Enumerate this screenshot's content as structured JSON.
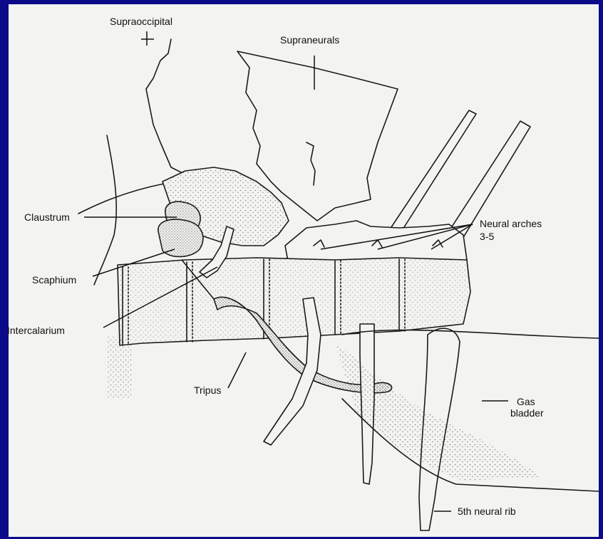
{
  "colors": {
    "frame": "#0b0b8a",
    "paper": "#f3f3f1",
    "ink": "#1a1a1a"
  },
  "labels": {
    "supraoccipital": "Supraoccipital",
    "supraneurals": "Supraneurals",
    "claustrum": "Claustrum",
    "neural_arches_line1": "Neural arches",
    "neural_arches_line2": "3-5",
    "scaphium": "Scaphium",
    "intercalarium": "Intercalarium",
    "tripus": "Tripus",
    "gas_bladder_line1": "Gas",
    "gas_bladder_line2": "bladder",
    "fifth_neural_rib": "5th neural rib"
  }
}
